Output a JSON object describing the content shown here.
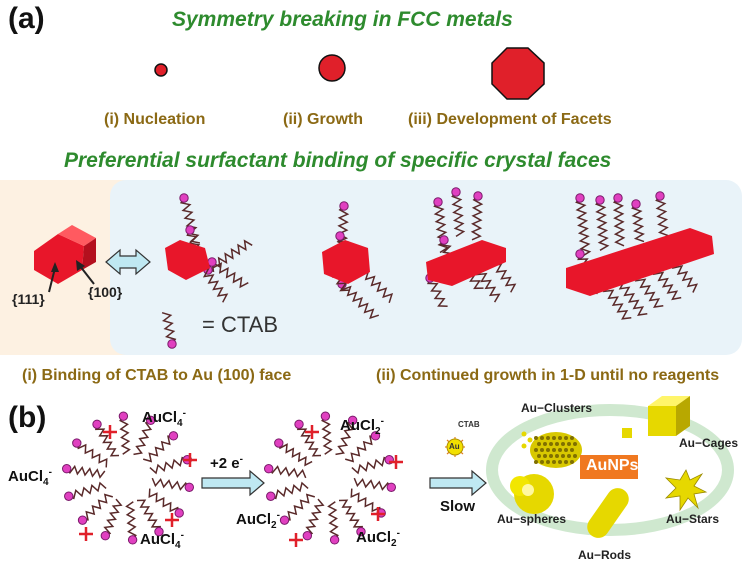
{
  "panel_a": {
    "label": "(a)",
    "title1": "Symmetry breaking in FCC metals",
    "stages": [
      "(i) Nucleation",
      "(ii) Growth",
      "(iii) Development of Facets"
    ],
    "title2": "Preferential surfactant binding of specific crystal faces",
    "face_111": "{111}",
    "face_100": "{100}",
    "ctab_eq": "= CTAB",
    "caption_left": "(i) Binding of CTAB to Au (100) face",
    "caption_right": "(ii) Continued growth in 1-D until no reagents"
  },
  "panel_b": {
    "label": "(b)",
    "step_label": "+2 e",
    "step_sup": "-",
    "slow_label": "Slow",
    "ctab_label": "CTAB",
    "au_label": "Au",
    "aunps_label": "AuNPs",
    "shapes": {
      "clusters": "Au−Clusters",
      "cages": "Au−Cages",
      "spheres": "Au−spheres",
      "rods": "Au−Rods",
      "stars": "Au−Stars"
    },
    "aucl4": {
      "base": "AuCl",
      "sub": "4",
      "sup": "-"
    },
    "aucl2": {
      "base": "AuCl",
      "sub": "2",
      "sup": "-"
    }
  },
  "colors": {
    "green": "#2e8b2e",
    "brown": "#8b6914",
    "red": "#e0202a",
    "magenta": "#d040c8",
    "gold": "#e6d800",
    "orange": "#f07820"
  }
}
